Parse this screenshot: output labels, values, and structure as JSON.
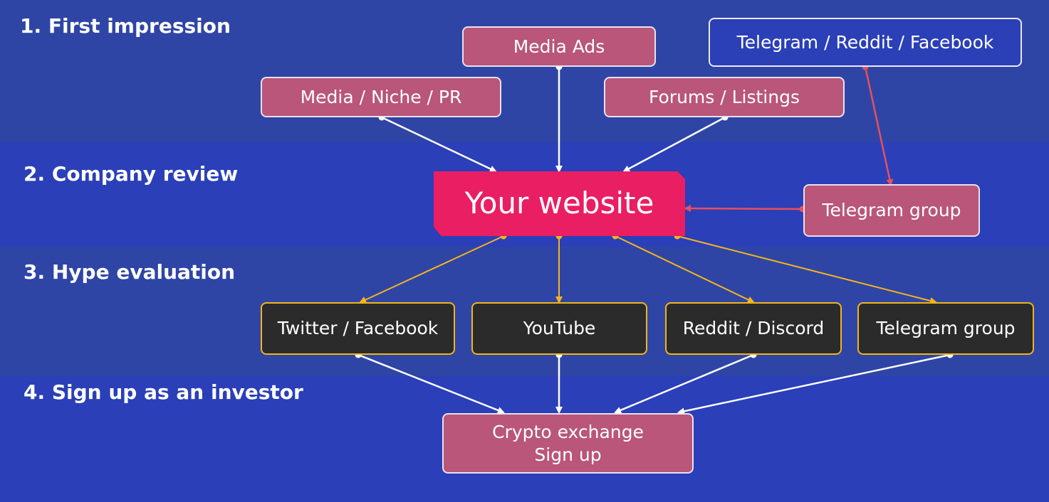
{
  "stages": [
    {
      "label": "1. First impression"
    },
    {
      "label": "2. Company review"
    },
    {
      "label": "3. Hype evaluation"
    },
    {
      "label": "4. Sign up as an investor"
    }
  ],
  "nodes": {
    "media_ads": "Media Ads",
    "telegram_reddit_facebook": "Telegram / Reddit / Facebook",
    "media_niche_pr": "Media / Niche / PR",
    "forums_listings": "Forums / Listings",
    "your_website": "Your website",
    "telegram_group_review": "Telegram group",
    "twitter_facebook": "Twitter / Facebook",
    "youtube": "YouTube",
    "reddit_discord": "Reddit / Discord",
    "telegram_group_hype": "Telegram group",
    "crypto_exchange_line1": "Crypto exchange",
    "crypto_exchange_line2": "Sign up"
  },
  "colors": {
    "white_link": "#ffffff",
    "red_link": "#e8505b",
    "yellow_link": "#f5b41c"
  }
}
